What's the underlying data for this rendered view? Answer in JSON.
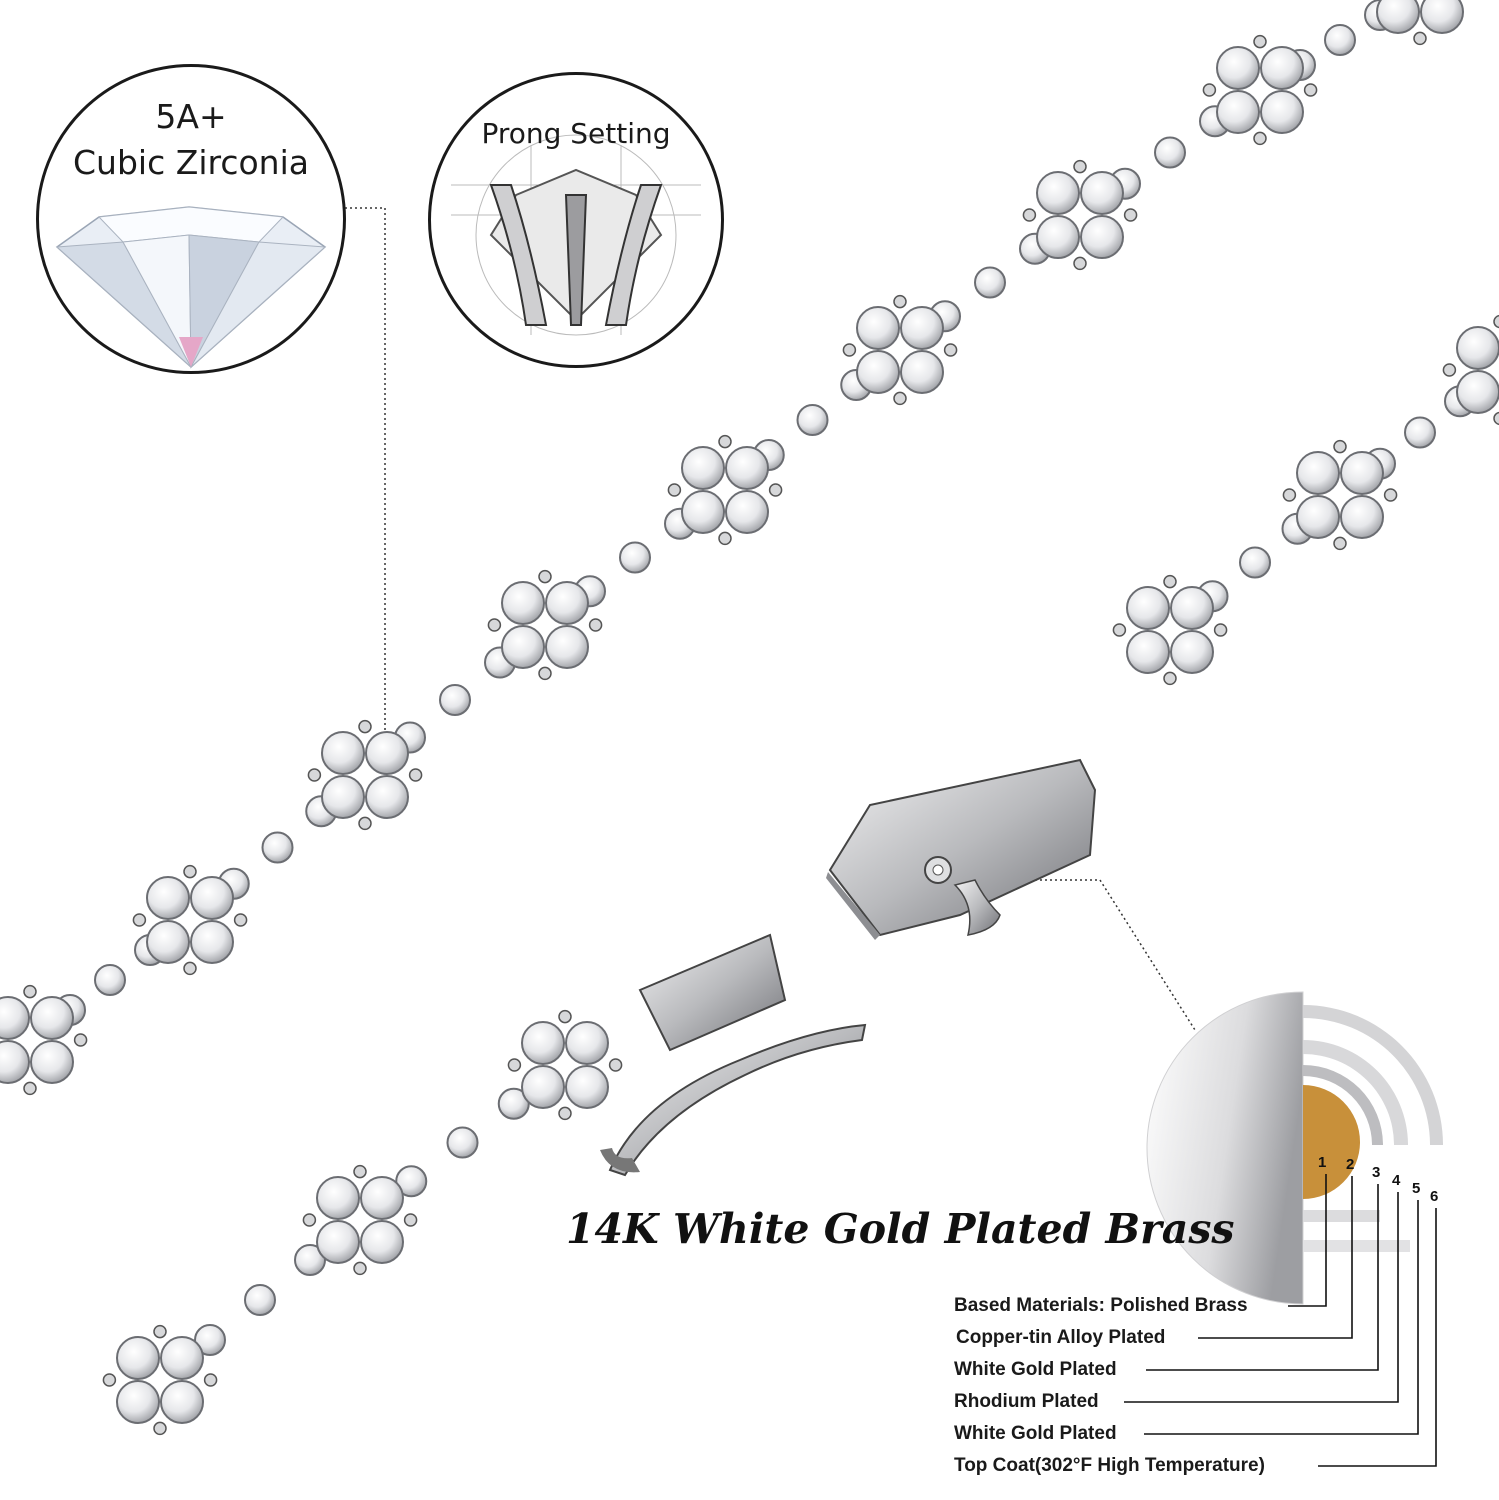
{
  "callouts": {
    "zirconia": {
      "line1": "5A+",
      "line2": "Cubic Zirconia"
    },
    "prong": {
      "title": "Prong Setting"
    }
  },
  "headline": "14K White Gold Plated Brass",
  "layers": [
    {
      "number": "1",
      "label": "Based Materials: Polished Brass"
    },
    {
      "number": "2",
      "label": "Copper-tin Alloy Plated"
    },
    {
      "number": "3",
      "label": "White Gold Plated"
    },
    {
      "number": "4",
      "label": "Rhodium Plated"
    },
    {
      "number": "5",
      "label": "White Gold Plated"
    },
    {
      "number": "6",
      "label": "Top Coat(302°F High Temperature)"
    }
  ],
  "colors": {
    "core": "#c8903a",
    "metal": "#c9c9cb",
    "text": "#1a1a1a"
  }
}
